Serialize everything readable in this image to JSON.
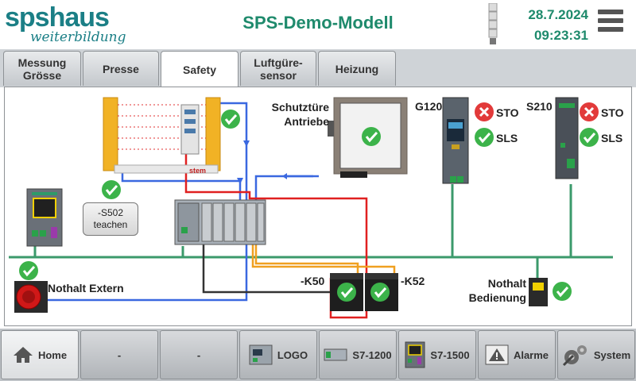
{
  "header": {
    "logo_line1": "spshaus",
    "logo_line2": "weiterbildung",
    "title": "SPS-Demo-Modell",
    "date": "28.7.2024",
    "time": "09:23:31"
  },
  "tabs": [
    {
      "label": "Messung Grösse",
      "active": false
    },
    {
      "label": "Presse",
      "active": false
    },
    {
      "label": "Safety",
      "active": true
    },
    {
      "label": "Luftgüre-sensor",
      "active": false
    },
    {
      "label": "Heizung",
      "active": false
    }
  ],
  "safety": {
    "s502_button": "-S502 teachen",
    "nothalt_extern": "Nothalt Extern",
    "schutztuere": "Schutztüre Antriebe",
    "g120_label": "G120",
    "s210_label": "S210",
    "sto": "STO",
    "sls": "SLS",
    "k50": "-K50",
    "k52": "-K52",
    "nothalt_bedienung": "Nothalt Bedienung",
    "light_curtain_brand": "stem"
  },
  "nav": [
    {
      "label": "Home",
      "icon": "home-icon",
      "active": true
    },
    {
      "label": "-",
      "icon": "",
      "active": false
    },
    {
      "label": "-",
      "icon": "",
      "active": false
    },
    {
      "label": "LOGO",
      "icon": "logo-plc-icon",
      "active": false
    },
    {
      "label": "S7-1200",
      "icon": "s7-1200-icon",
      "active": false
    },
    {
      "label": "S7-1500",
      "icon": "s7-1500-icon",
      "active": false
    },
    {
      "label": "Alarme",
      "icon": "warning-icon",
      "active": false
    },
    {
      "label": "System",
      "icon": "gears-icon",
      "active": false
    }
  ],
  "colors": {
    "brand": "#1b7f86",
    "title": "#1e8a6c",
    "ok": "#3cb34a",
    "fault": "#e23a3a",
    "bus": "#3b9a6b",
    "wire_blue": "#3a68e0",
    "wire_red": "#e02020",
    "wire_orange": "#f0a020",
    "wire_dark": "#333333"
  }
}
